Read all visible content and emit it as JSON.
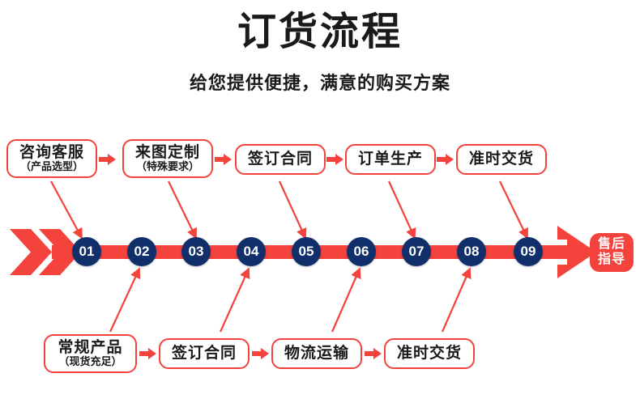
{
  "header": {
    "title": "订货流程",
    "subtitle": "给您提供便捷，满意的购买方案"
  },
  "colors": {
    "red": "#f4423c",
    "navy": "#11306b",
    "text": "#1a1a1a",
    "white": "#ffffff"
  },
  "top_row": {
    "steps": [
      {
        "line1": "咨询客服",
        "line2": "（产品选型）",
        "linked_circle": "01"
      },
      {
        "line1": "来图定制",
        "line2": "（特殊要求）",
        "linked_circle": "03"
      },
      {
        "line1": "签订合同",
        "line2": "",
        "linked_circle": "05"
      },
      {
        "line1": "订单生产",
        "line2": "",
        "linked_circle": "07"
      },
      {
        "line1": "准时交货",
        "line2": "",
        "linked_circle": "09"
      }
    ],
    "connector_icon": "right-arrow-icon"
  },
  "bottom_row": {
    "steps": [
      {
        "line1": "常规产品",
        "line2": "（现货充足）",
        "linked_circle": "02"
      },
      {
        "line1": "签订合同",
        "line2": "",
        "linked_circle": "04"
      },
      {
        "line1": "物流运输",
        "line2": "",
        "linked_circle": "06"
      },
      {
        "line1": "准时交货",
        "line2": "",
        "linked_circle": "08"
      }
    ],
    "connector_icon": "right-arrow-icon"
  },
  "timeline": {
    "start_icon": "double-chevron-right-icon",
    "end_icon": "arrow-head-right-icon",
    "circles": [
      "01",
      "02",
      "03",
      "04",
      "05",
      "06",
      "07",
      "08",
      "09"
    ],
    "end_badge": {
      "line1": "售后",
      "line2": "指导"
    }
  }
}
